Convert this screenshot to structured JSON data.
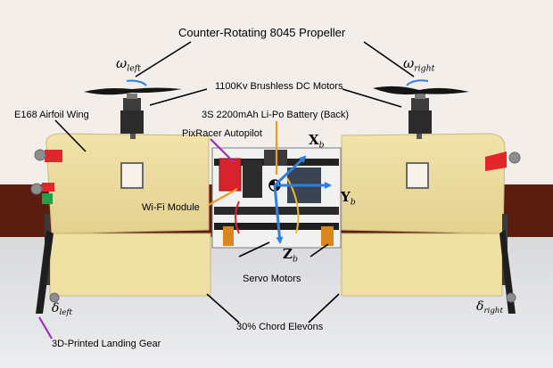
{
  "annotations": {
    "propeller": "Counter-Rotating 8045 Propeller",
    "motors": "1100Kv Brushless DC Motors",
    "wing": "E168 Airfoil Wing",
    "battery": "3S 2200mAh Li-Po Battery (Back)",
    "autopilot": "PixRacer Autopilot",
    "wifi": "Wi-Fi Module",
    "servo": "Servo Motors",
    "elevons": "30% Chord Elevons",
    "landing_gear": "3D-Printed Landing Gear"
  },
  "symbols": {
    "omega_left": {
      "base": "ω",
      "sub": "left"
    },
    "omega_right": {
      "base": "ω",
      "sub": "right"
    },
    "delta_left": {
      "base": "δ",
      "sub": "left"
    },
    "delta_right": {
      "base": "δ",
      "sub": "right"
    },
    "axis_x": {
      "base": "X",
      "sub": "b"
    },
    "axis_y": {
      "base": "Y",
      "sub": "b"
    },
    "axis_z": {
      "base": "Z",
      "sub": "b"
    }
  },
  "colors": {
    "wing": "#efe0a4",
    "wing_shadow": "#d9c585",
    "wall": "#f3eeea",
    "baseboard": "#5b1d0f",
    "floor": "#e4e4e6",
    "body_axis": "#2f7fdc",
    "battery_line": "#f29a1e",
    "autopilot_line": "#9a2fb3",
    "landing_line": "#9a2fb3"
  }
}
